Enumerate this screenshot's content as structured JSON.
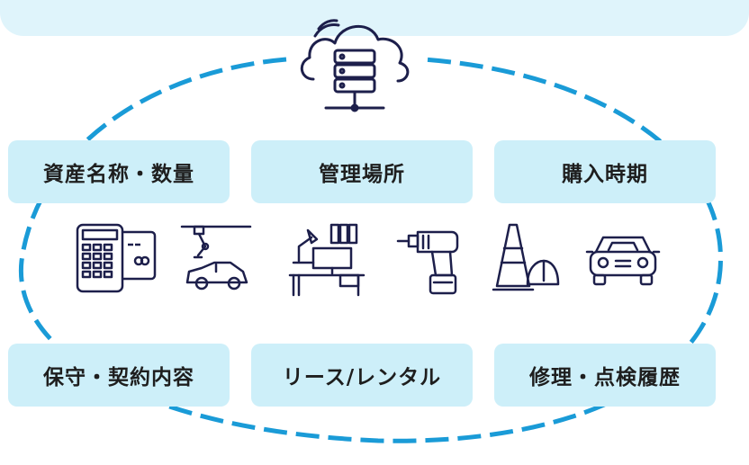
{
  "categories": {
    "asset_name_quantity": "資産名称・数量",
    "location": "管理場所",
    "purchase_date": "購入時期",
    "maintenance_contract": "保守・契約内容",
    "lease_rental": "リース/レンタル",
    "repair_inspection_history": "修理・点検履歴"
  },
  "icons": [
    "cloud-server-icon",
    "calculator-card-icon",
    "robot-arm-car-icon",
    "office-desk-icon",
    "power-drill-icon",
    "cone-helmet-icon",
    "car-icon"
  ],
  "colors": {
    "dashed_line": "#1a9bd7",
    "label_background": "#cdeff9",
    "icon_stroke": "#1d1f4b",
    "top_band": "#dff4fb"
  }
}
